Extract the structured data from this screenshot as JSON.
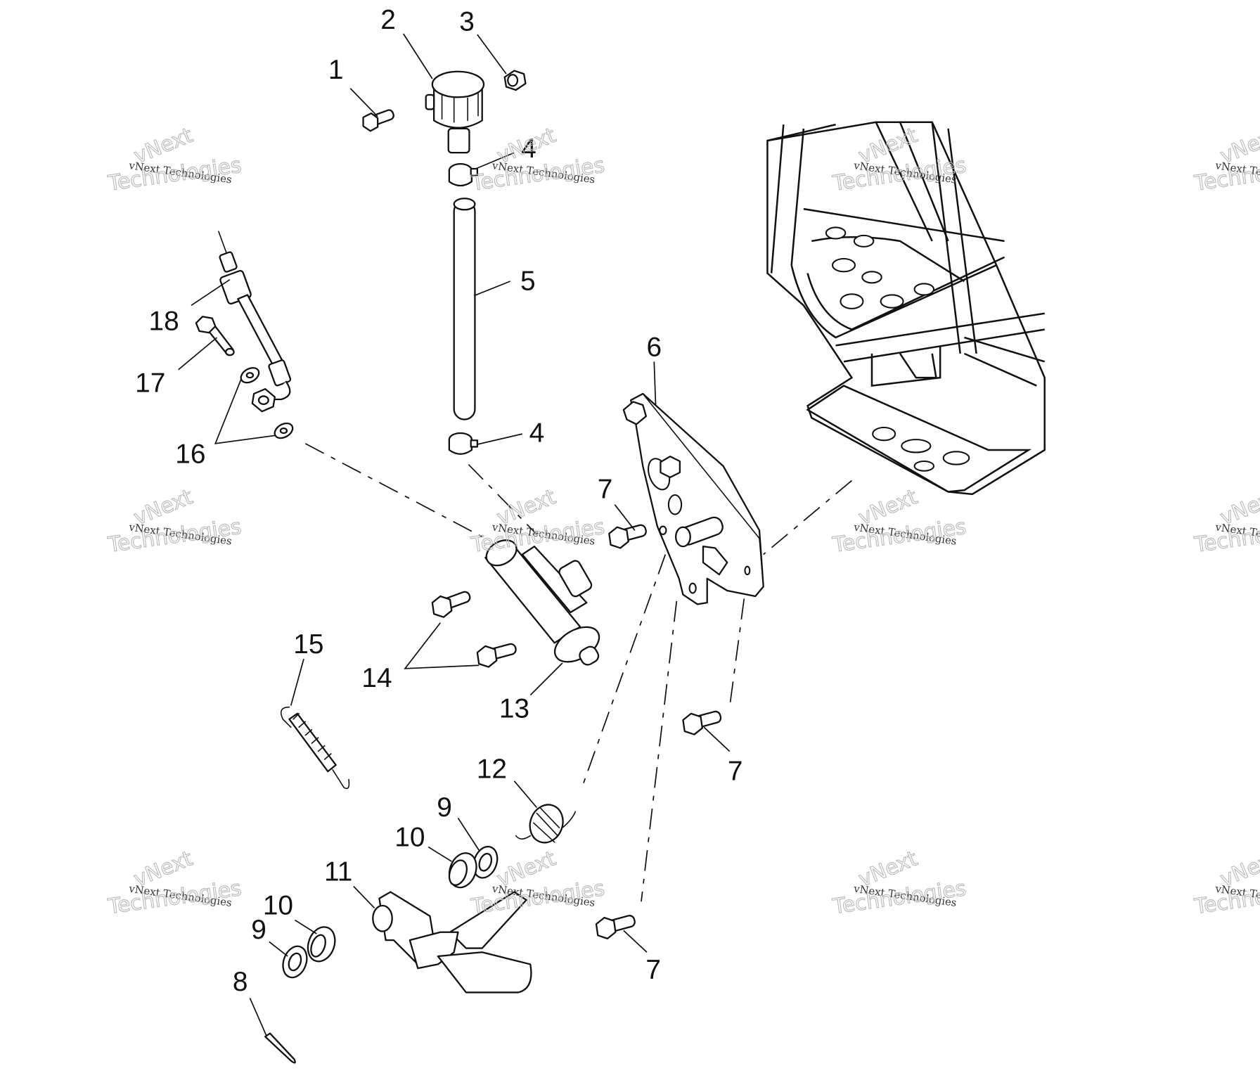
{
  "diagram": {
    "title": "Brake pedal / master cylinder exploded parts view",
    "callouts": [
      {
        "id": "c1",
        "label": "1",
        "part": "bolt"
      },
      {
        "id": "c2",
        "label": "2",
        "part": "reservoir"
      },
      {
        "id": "c3",
        "label": "3",
        "part": "nut"
      },
      {
        "id": "c4a",
        "label": "4",
        "part": "hose-clamp-upper"
      },
      {
        "id": "c5",
        "label": "5",
        "part": "hose"
      },
      {
        "id": "c4b",
        "label": "4",
        "part": "hose-clamp-lower"
      },
      {
        "id": "c6",
        "label": "6",
        "part": "mounting-bracket"
      },
      {
        "id": "c7a",
        "label": "7",
        "part": "bolt-upper"
      },
      {
        "id": "c7b",
        "label": "7",
        "part": "bolt-right"
      },
      {
        "id": "c7c",
        "label": "7",
        "part": "bolt-lower"
      },
      {
        "id": "c8",
        "label": "8",
        "part": "cotter-pin"
      },
      {
        "id": "c9a",
        "label": "9",
        "part": "washer-right"
      },
      {
        "id": "c10a",
        "label": "10",
        "part": "bushing-right"
      },
      {
        "id": "c11",
        "label": "11",
        "part": "brake-pedal"
      },
      {
        "id": "c9b",
        "label": "9",
        "part": "washer-left"
      },
      {
        "id": "c10b",
        "label": "10",
        "part": "bushing-left"
      },
      {
        "id": "c12",
        "label": "12",
        "part": "torsion-spring"
      },
      {
        "id": "c13",
        "label": "13",
        "part": "master-cylinder"
      },
      {
        "id": "c14",
        "label": "14",
        "part": "bolts"
      },
      {
        "id": "c15",
        "label": "15",
        "part": "extension-spring"
      },
      {
        "id": "c16",
        "label": "16",
        "part": "washers"
      },
      {
        "id": "c17",
        "label": "17",
        "part": "banjo-bolt"
      },
      {
        "id": "c18",
        "label": "18",
        "part": "brake-line"
      }
    ]
  },
  "watermark": {
    "line1": "vNext Technologies",
    "line2": "vNext",
    "line3": "Technologies"
  },
  "colors": {
    "ink": "#111111",
    "watermark_outline": "#bbbbbb",
    "background": "#ffffff"
  }
}
